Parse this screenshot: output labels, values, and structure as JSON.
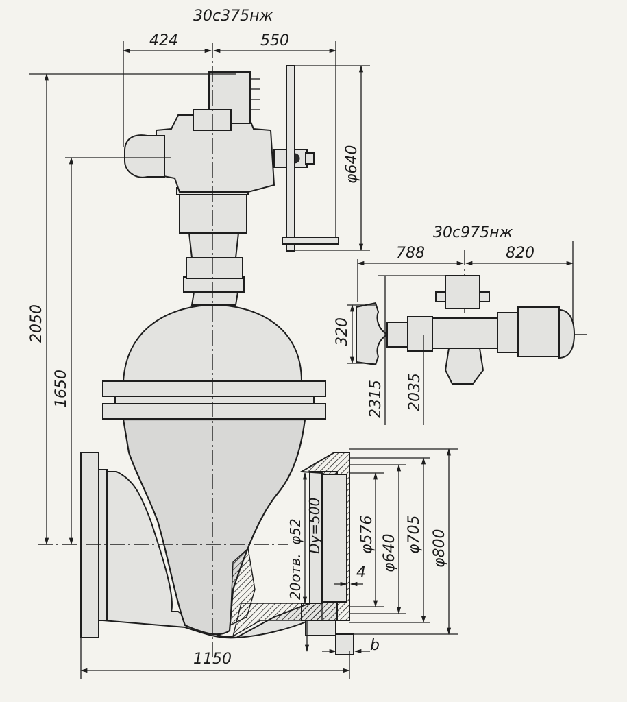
{
  "models": {
    "main": "30с375нж",
    "alt": "30с975нж"
  },
  "dimensions": {
    "main_left_offset": "424",
    "main_right_offset": "550",
    "handwheel_diameter": "φ640",
    "total_height": "2050",
    "actuator_axis_height": "1650",
    "face_to_face": "1150",
    "nominal_bore": "Dу=500",
    "bore_diameter": "φ52",
    "bolt_holes": "20отв.",
    "flange_d1": "φ576",
    "flange_d2": "φ640",
    "flange_d3": "φ705",
    "flange_d4": "φ800",
    "raised_face": "4",
    "flange_thickness": "b",
    "alt_left_offset": "788",
    "alt_right_offset": "820",
    "alt_handwheel": "320",
    "alt_total_height": "2315",
    "alt_axis_height": "2035"
  }
}
